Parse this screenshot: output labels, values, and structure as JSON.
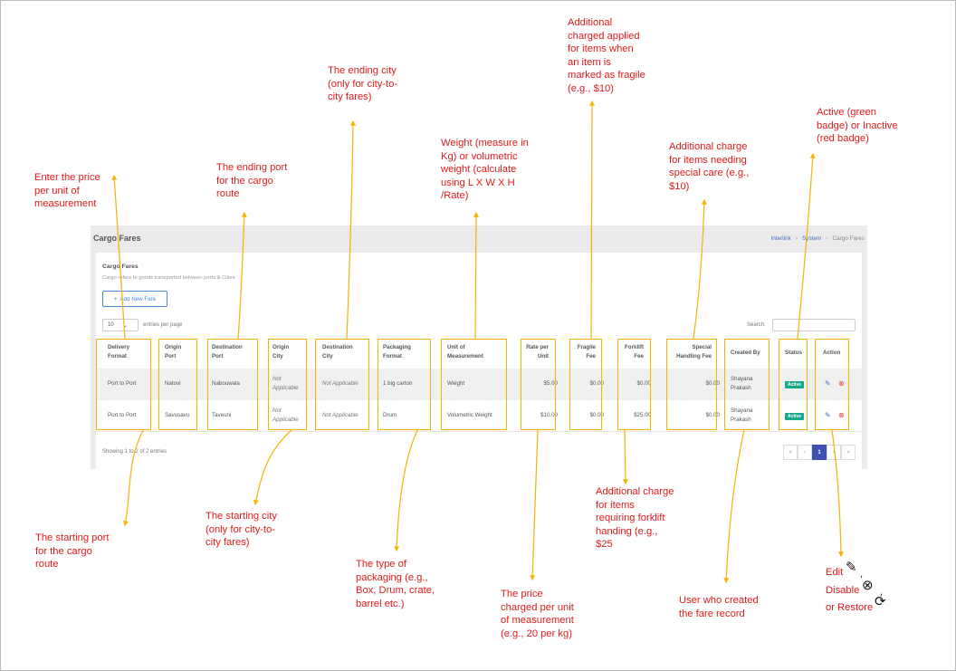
{
  "annotations": {
    "price_per_unit": "Enter the price\nper unit of\nmeasurement",
    "ending_port": "The ending port\nfor the cargo\nroute",
    "ending_city": "The ending city\n(only for city-to-\ncity fares)",
    "unit_of_measurement": "Weight (measure in\nKg) or volumetric\nweight (calculate\nusing L X W X H\n/Rate)",
    "fragile_fee": "Additional\ncharged applied\nfor items when\nan item is\nmarked as fragile\n(e.g., $10)",
    "special_handling": "Additional charge\nfor items needing\nspecial care (e.g.,\n$10)",
    "status": "Active (green\nbadge) or Inactive\n(red badge)",
    "starting_port": "The starting port\nfor the cargo\nroute",
    "starting_city": "The starting city\n(only for city-to-\ncity fares)",
    "packaging": "The type of\npackaging (e.g.,\nBox, Drum, crate,\nbarrel etc.)",
    "rate_per_unit": "The price\ncharged per unit\nof measurement\n(e.g., 20 per kg)",
    "forklift": "Additional charge\nfor items\nrequiring forklift\nhanding (e.g.,\n$25",
    "created_by": "User who created\nthe fare record",
    "action_edit": "Edit",
    "action_disable": "Disable",
    "action_restore": "or Restore"
  },
  "header": {
    "title": "Cargo Fares",
    "breadcrumb": [
      "Interlink",
      "System",
      "Cargo Fares"
    ]
  },
  "card": {
    "title": "Cargo Fares",
    "description": "Cargo refers to goods transported between ports & Cities",
    "add_button": "Add New Fare",
    "entries_value": "10",
    "entries_label": "entries per page",
    "search_label": "Search:"
  },
  "table": {
    "headers": {
      "delivery_format": "Delivery\nFormat",
      "origin_port": "Origin\nPort",
      "destination_port": "Destination\nPort",
      "origin_city": "Origin\nCity",
      "destination_city": "Destination\nCity",
      "packaging_format": "Packaging\nFormat",
      "unit": "Unit of\nMeasurement",
      "rate": "Rate per\nUnit",
      "fragile": "Fragile\nFee",
      "forklift": "Forklift\nFee",
      "special": "Special\nHandling Fee",
      "created_by": "Created By",
      "status": "Status",
      "action": "Action"
    },
    "rows": [
      {
        "delivery_format": "Port to Port",
        "origin_port": "Natovi",
        "destination_port": "Nabouwala",
        "origin_city": "Not\nApplicable",
        "destination_city": "Not Applicable",
        "packaging_format": "1 big carton",
        "unit": "Weight",
        "rate": "$5.00",
        "fragile": "$0.00",
        "forklift": "$0.00",
        "special": "$0.00",
        "created_by": "Shayana\nPrakash",
        "status": "Active"
      },
      {
        "delivery_format": "Port to Port",
        "origin_port": "Savusavu",
        "destination_port": "Taveuni",
        "origin_city": "Not\nApplicable",
        "destination_city": "Not Applicable",
        "packaging_format": "Drum",
        "unit": "Volumetric Weight",
        "rate": "$10.00",
        "fragile": "$0.00",
        "forklift": "$25.00",
        "special": "$0.00",
        "created_by": "Shayana\nPrakash",
        "status": "Active"
      }
    ]
  },
  "footer": {
    "showing": "Showing 1 to 2 of 2 entries",
    "pager": [
      "«",
      "‹",
      "1",
      "›",
      "»"
    ]
  },
  "colors": {
    "annotation_red": "#e01b1b",
    "highlight": "#f5b400",
    "active_badge": "#16a88a",
    "pager_active": "#3f51b5",
    "link_blue": "#3f6fc6"
  }
}
